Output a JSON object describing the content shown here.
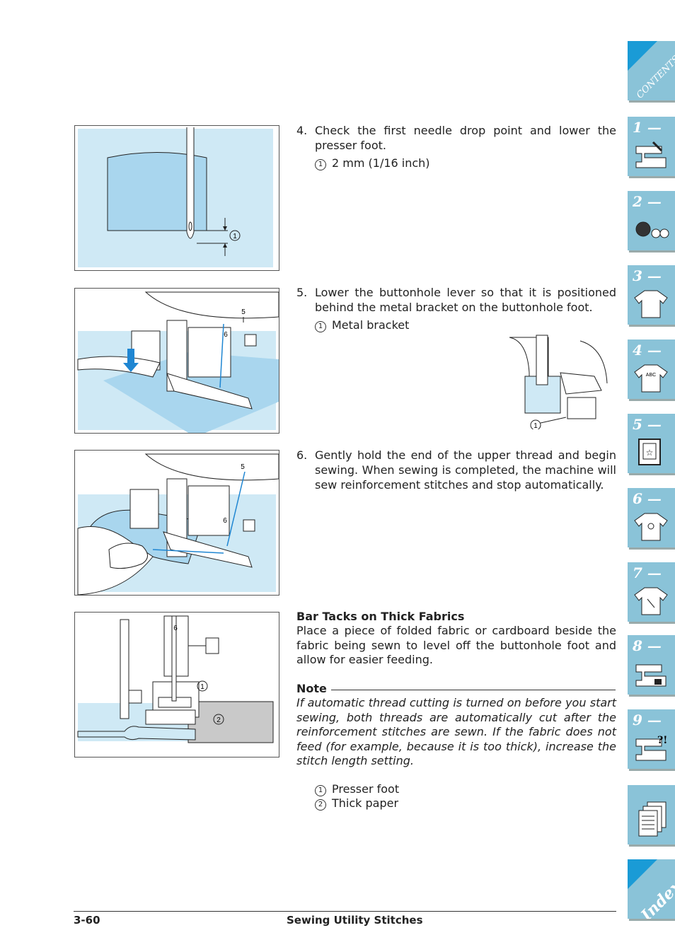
{
  "steps": [
    {
      "num": "4.",
      "text": "Check the first needle drop point and lower the presser foot.",
      "legend": [
        {
          "mark": "1",
          "text": "2 mm (1/16 inch)"
        }
      ]
    },
    {
      "num": "5.",
      "text": "Lower the buttonhole lever so that it is positioned behind the metal bracket on the buttonhole foot.",
      "legend": [
        {
          "mark": "1",
          "text": "Metal bracket"
        }
      ]
    },
    {
      "num": "6.",
      "text": "Gently hold the end of the upper thread and begin sewing. When sewing is completed, the machine will sew reinforcement stitches and stop automatically."
    }
  ],
  "bar_tacks": {
    "title": "Bar Tacks on Thick Fabrics",
    "body": "Place a piece of folded fabric or cardboard beside the fabric being sewn to level off the buttonhole foot and allow for easier feeding."
  },
  "note": {
    "heading": "Note",
    "body": "If automatic thread cutting is turned on before you start sewing, both threads are automatically cut after the reinforcement stitches are sewn. If the fabric does not feed (for example, because it is too thick), increase the stitch length setting."
  },
  "legend_bottom": [
    {
      "mark": "1",
      "text": "Presser foot"
    },
    {
      "mark": "2",
      "text": "Thick paper"
    }
  ],
  "figure_labels": {
    "fig1_mark": "1",
    "fig2_stitch": "5",
    "fig2_foot": "6",
    "fig2b_mark": "1",
    "fig3_stitch": "5",
    "fig3_foot": "6",
    "fig4_foot": "6",
    "fig4_mark1": "1",
    "fig4_mark2": "2"
  },
  "footer": {
    "page": "3-60",
    "section": "Sewing Utility Stitches"
  },
  "tabs": {
    "contents": "CONTENTS",
    "chapters": [
      "1 —",
      "2 —",
      "3 —",
      "4 —",
      "5 —",
      "6 —",
      "7 —",
      "8 —",
      "9 —"
    ],
    "index": "Index",
    "icons": [
      "sewing-machine-icon",
      "thread-spools-icon",
      "shirt-icon",
      "shirt-abc-icon",
      "embroidery-frame-icon",
      "shirt-bear-icon",
      "shirt-sewing-icon",
      "sewing-machine-wrench-icon",
      "sewing-machine-question-icon",
      "documents-icon"
    ],
    "chapter4_icon_text": "ABC",
    "chapter9_icon_text": "?!"
  },
  "colors": {
    "tab": "#8ac3d8",
    "corner": "#1a9bd6",
    "fabric": "#cfe9f5",
    "fabric_dark": "#a9d6ee",
    "arrow": "#1f86d2"
  }
}
